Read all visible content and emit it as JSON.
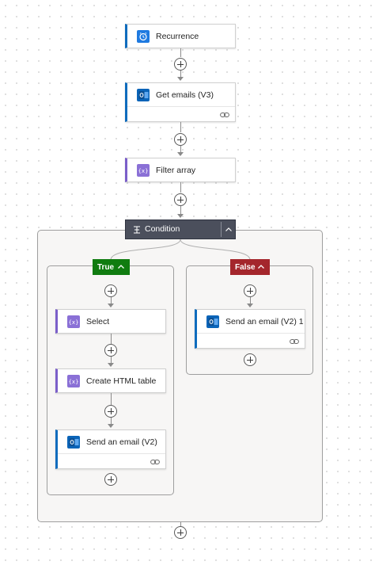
{
  "flow": {
    "recurrence": {
      "label": "Recurrence",
      "icon": "alarm-clock-icon"
    },
    "get_emails": {
      "label": "Get emails (V3)",
      "icon": "outlook-icon",
      "footer_icon": "link-icon"
    },
    "filter_array": {
      "label": "Filter array",
      "icon": "data-operation-icon"
    },
    "condition": {
      "label": "Condition",
      "icon": "condition-icon",
      "collapse_icon": "chevron-up-icon"
    },
    "true_branch": {
      "label": "True",
      "color": "#107c10",
      "actions": [
        {
          "label": "Select",
          "icon": "data-operation-icon"
        },
        {
          "label": "Create HTML table",
          "icon": "data-operation-icon"
        },
        {
          "label": "Send an email (V2)",
          "icon": "outlook-icon",
          "footer_icon": "link-icon"
        }
      ]
    },
    "false_branch": {
      "label": "False",
      "color": "#a4262c",
      "actions": [
        {
          "label": "Send an email (V2) 1",
          "icon": "outlook-icon",
          "footer_icon": "link-icon"
        }
      ]
    }
  },
  "colors": {
    "connector_accent": "#0f6cbd",
    "data_operation_accent": "#7b5fc9",
    "condition_header": "#4b4f5c"
  }
}
